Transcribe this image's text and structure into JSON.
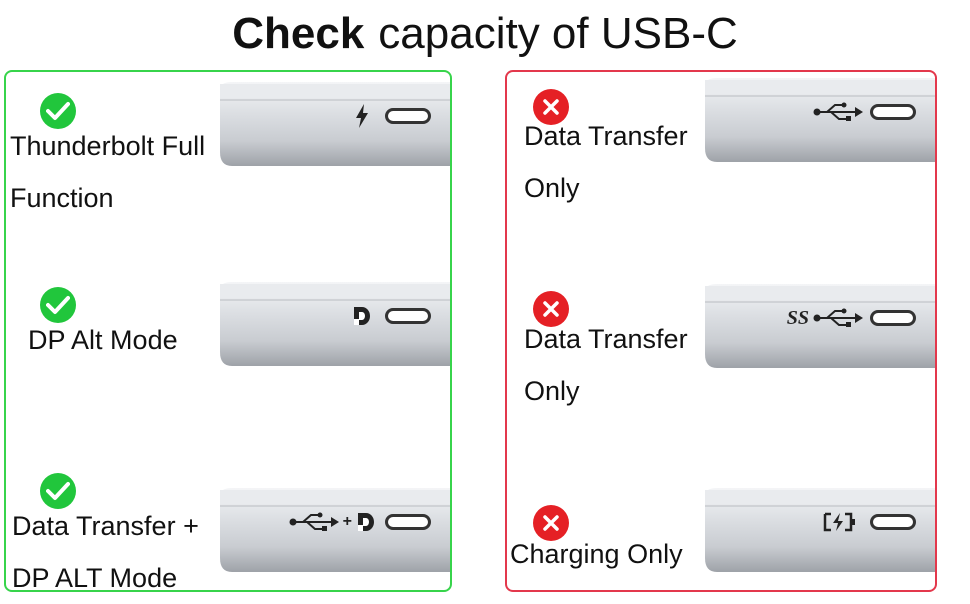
{
  "title": {
    "bold": "Check",
    "rest": "capacity of USB-C"
  },
  "good_panel": {
    "items": [
      {
        "label_lines": [
          "Thunderbolt Full",
          "Function"
        ],
        "icon": "thunderbolt-icon",
        "status": "check"
      },
      {
        "label_prefix": "DP",
        "label_rest": "Alt Mode",
        "icon": "displayport-icon",
        "status": "check"
      },
      {
        "label_lines": [
          "Data Transfer +",
          "DP ALT Mode"
        ],
        "icon": "usb-plus-displayport-icon",
        "plus": "+",
        "status": "check"
      }
    ]
  },
  "bad_panel": {
    "items": [
      {
        "label_lines": [
          "Data Transfer",
          "Only"
        ],
        "icon": "usb-icon",
        "status": "cross"
      },
      {
        "label_lines": [
          "Data Transfer",
          "Only"
        ],
        "icon": "superspeed-usb-icon",
        "ss_text": "SS",
        "status": "cross"
      },
      {
        "label_lines": [
          "Charging Only"
        ],
        "icon": "charging-icon",
        "status": "cross"
      }
    ]
  },
  "colors": {
    "good_border": "#37d44b",
    "bad_border": "#e3384c",
    "check": "#21c63c",
    "cross": "#e52025"
  }
}
